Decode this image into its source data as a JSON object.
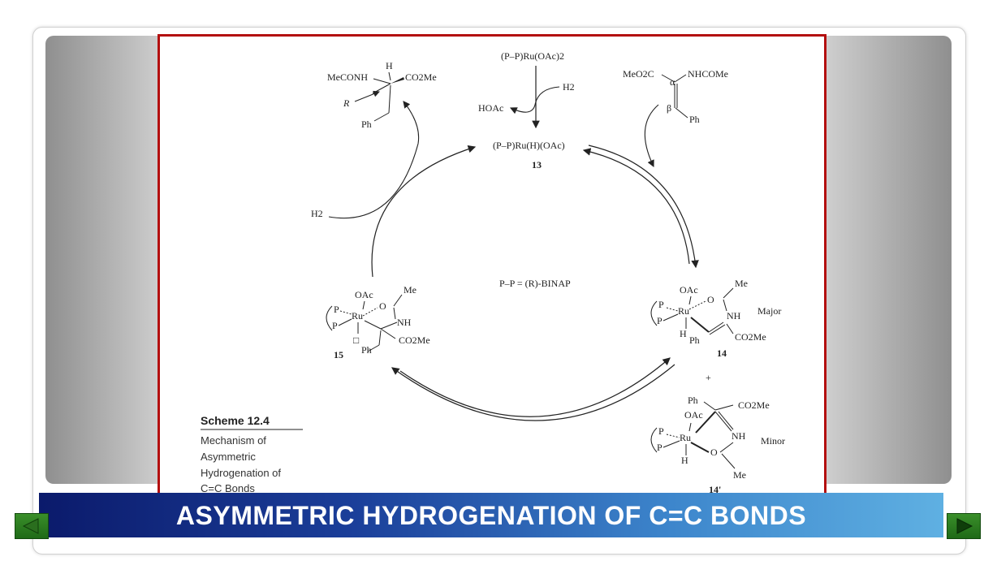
{
  "slide": {
    "title": "ASYMMETRIC HYDROGENATION OF C=C BONDS"
  },
  "scheme": {
    "caption_title": "Scheme 12.4",
    "caption_lines": [
      "Mechanism of",
      "Asymmetric",
      "Hydrogenation of",
      "C=C Bonds"
    ],
    "precatalyst": "(P–P)Ru(OAc)2",
    "hoac": "HOAc",
    "h2_top": "H2",
    "catalyst": "(P–P)Ru(H)(OAc)",
    "label_13": "13",
    "substrate": {
      "meo2c": "MeO2C",
      "alpha": "α",
      "nhcome": "NHCOMe",
      "beta": "β",
      "ph": "Ph"
    },
    "product": {
      "meconh": "MeCONH",
      "h": "H",
      "co2me": "CO2Me",
      "r": "R",
      "ph": "Ph"
    },
    "h2_left": "H2",
    "binap": "P–P = (R)-BINAP",
    "c15": {
      "oac": "OAc",
      "me": "Me",
      "o": "O",
      "nh": "NH",
      "ru": "Ru",
      "p1": "P",
      "p2": "P",
      "co2me": "CO2Me",
      "ph": "Ph",
      "vacancy": "□",
      "label": "15"
    },
    "c14": {
      "oac": "OAc",
      "me": "Me",
      "o": "O",
      "nh": "NH",
      "ru": "Ru",
      "p1": "P",
      "p2": "P",
      "h": "H",
      "ph": "Ph",
      "co2me": "CO2Me",
      "major": "Major",
      "label": "14"
    },
    "plus": "+",
    "c14p": {
      "ph": "Ph",
      "co2me": "CO2Me",
      "oac": "OAc",
      "ru": "Ru",
      "p1": "P",
      "p2": "P",
      "nh": "NH",
      "minor": "Minor",
      "o": "O",
      "h": "H",
      "me": "Me",
      "label": "14'"
    }
  },
  "nav": {
    "prev_icon": "triangle-left-icon",
    "next_icon": "triangle-right-icon"
  },
  "colors": {
    "frame_border": "#b30f0f",
    "title_bar_start": "#0b1a6b",
    "title_bar_end": "#5fb0e2",
    "nav_green": "#2f7f22"
  }
}
